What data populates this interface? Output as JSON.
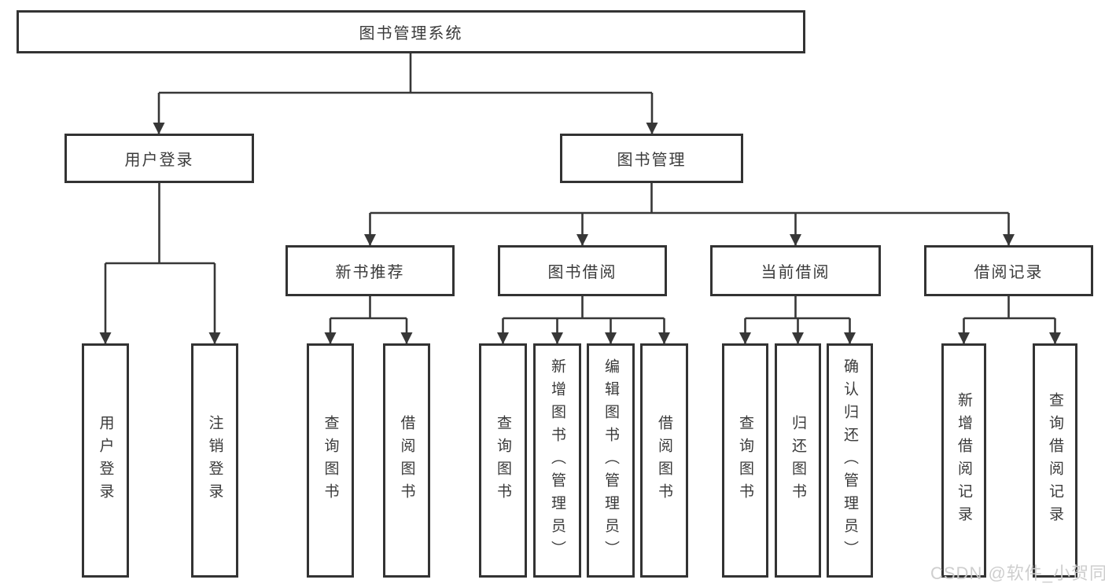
{
  "page": {
    "background": "#ffffff"
  },
  "colors": {
    "line": "#373737",
    "box_border": "#333333",
    "text": "#3a3a3a",
    "watermark": "#cbcbcb"
  },
  "watermark": {
    "text": "CSDN @软件_小贺同学"
  },
  "hierarchy": {
    "label": "图书管理系统",
    "children": [
      {
        "label": "用户登录",
        "children": [
          {
            "label": "用户登录"
          },
          {
            "label": "注销登录"
          }
        ]
      },
      {
        "label": "图书管理",
        "children": [
          {
            "label": "新书推荐",
            "children": [
              {
                "label": "查询图书"
              },
              {
                "label": "借阅图书"
              }
            ]
          },
          {
            "label": "图书借阅",
            "children": [
              {
                "label": "查询图书"
              },
              {
                "label": "新增图书（管理员）"
              },
              {
                "label": "编辑图书（管理员）"
              },
              {
                "label": "借阅图书"
              }
            ]
          },
          {
            "label": "当前借阅",
            "children": [
              {
                "label": "查询图书"
              },
              {
                "label": "归还图书"
              },
              {
                "label": "确认归还（管理员）"
              }
            ]
          },
          {
            "label": "借阅记录",
            "children": [
              {
                "label": "新增借阅记录"
              },
              {
                "label": "查询借阅记录"
              }
            ]
          }
        ]
      }
    ]
  }
}
